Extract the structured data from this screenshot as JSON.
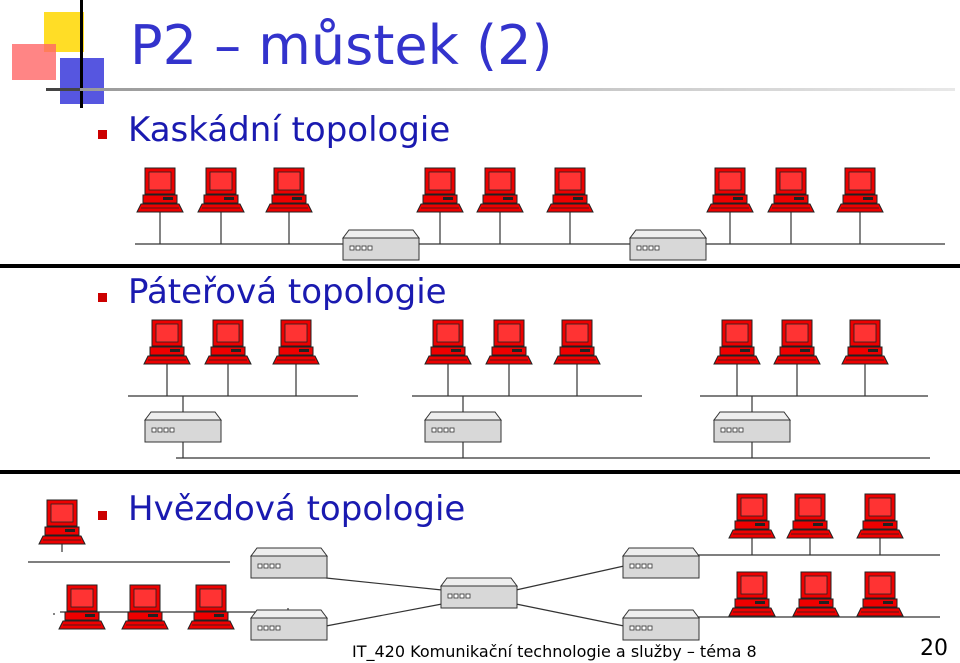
{
  "slide": {
    "title": "P2 – můstek (2)",
    "bullets": [
      "Kaskádní topologie",
      "Páteřová topologie",
      "Hvězdová topologie"
    ],
    "footer": "IT_420 Komunikační technologie a služby – téma 8",
    "page_number": "20"
  },
  "colors": {
    "title": "#3333cc",
    "bullet": "#cc0000",
    "computer": "#ee0000",
    "bridge": "#d8d8d8"
  },
  "icons": [
    "computer-icon",
    "bridge-icon"
  ]
}
